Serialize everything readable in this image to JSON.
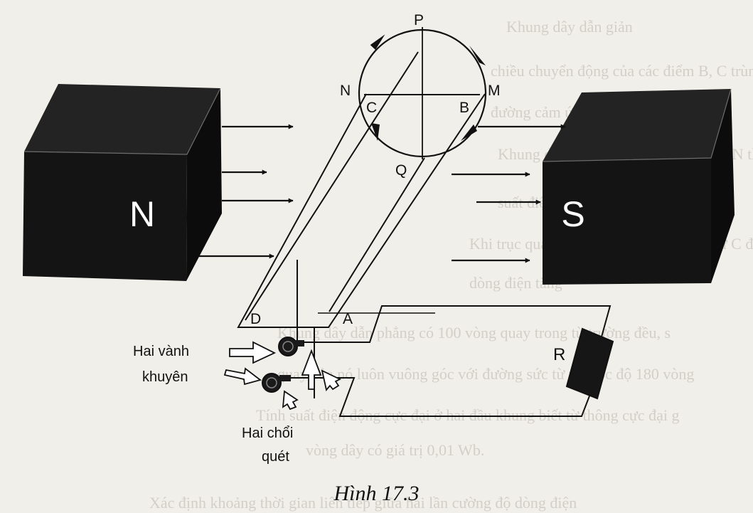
{
  "magnets": {
    "north": "N",
    "south": "S"
  },
  "points": {
    "P": "P",
    "Q": "Q",
    "N": "N",
    "M": "M",
    "C": "C",
    "B": "B",
    "D": "D",
    "A": "A"
  },
  "resistor": "R",
  "annotations": {
    "slip_rings_line1": "Hai vành",
    "slip_rings_line2": "khuyên",
    "brushes_line1": "Hai chổi",
    "brushes_line2": "quét"
  },
  "caption": "Hình 17.3",
  "background_text": [
    "Khung dây dẫn giản",
    "chiều chuyển động của các điểm B, C trùng với phương",
    "đường cảm ứng từ có giá trị âm",
    "Khung dây quay trùng với phương MN thì",
    "suất điện động",
    "Khi trục quay có điện trở R thì chuyển từ C đến D",
    "dòng điện tăng",
    "Khung dây dẫn phẳng có 100 vòng quay trong từ trường đều, s",
    "quay của nó luôn vuông góc với đường sức từ với tốc độ 180 vòng",
    "Tính suất điện động cực đại ở hai đầu khung biết từ thông cực đại g",
    "vòng dây có giá trị 0,01 Wb.",
    "Xác định khoảng thời gian liên tiếp giữa hai lần cường độ dòng điện"
  ],
  "colors": {
    "ink": "#111111",
    "paper": "#f1efe9",
    "magnet_front": "#141414",
    "magnet_top": "#232323"
  }
}
